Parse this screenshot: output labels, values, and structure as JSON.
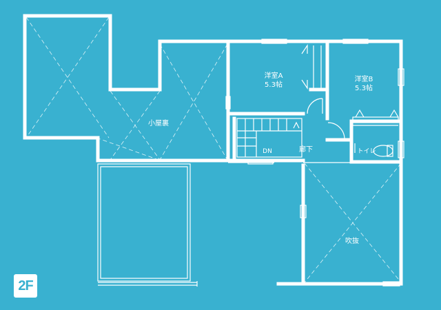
{
  "floor_label": "2F",
  "colors": {
    "background": "#39b1d0",
    "line": "#ffffff"
  },
  "rooms": {
    "attic": {
      "name": "小屋裏"
    },
    "bedroom_a": {
      "name": "洋室A",
      "size": "5.3帖"
    },
    "bedroom_b": {
      "name": "洋室B",
      "size": "5.3帖"
    },
    "hallway": {
      "name": "廊下"
    },
    "toilet": {
      "name": "トイレ"
    },
    "stairwell": {
      "direction": "DN"
    },
    "void": {
      "name": "吹抜"
    }
  }
}
